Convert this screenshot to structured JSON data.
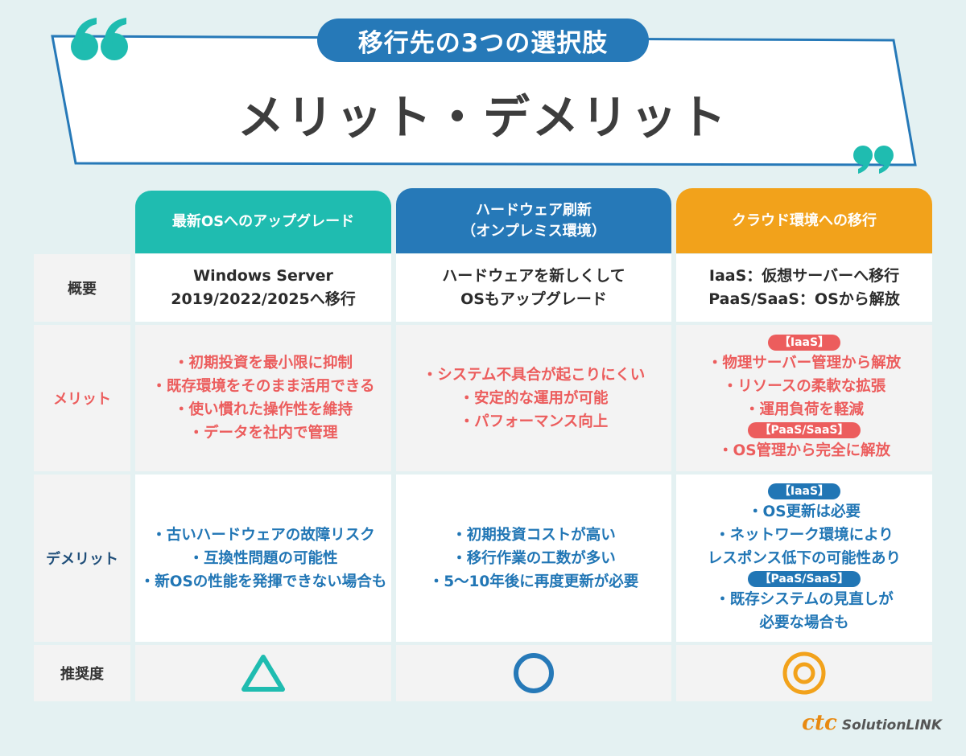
{
  "banner": {
    "pill": "移行先の3つの選択肢",
    "title": "メリット・デメリット"
  },
  "colors": {
    "teal": "#1fbcb0",
    "blue": "#2679b8",
    "orange": "#f2a21b",
    "merit_red": "#ec5d5d",
    "demerit_blue": "#2176b5"
  },
  "columns": [
    {
      "header": "最新OSへのアップグレード"
    },
    {
      "header_line1": "ハードウェア刷新",
      "header_line2": "（オンプレミス環境）"
    },
    {
      "header": "クラウド環境への移行"
    }
  ],
  "rows": {
    "overview_label": "概要",
    "merit_label": "メリット",
    "demerit_label": "デメリット",
    "recommend_label": "推奨度"
  },
  "overview": [
    [
      "Windows Server",
      "2019/2022/2025へ移行"
    ],
    [
      "ハードウェアを新しくして",
      "OSもアップグレード"
    ],
    [
      "IaaS：仮想サーバーへ移行",
      "PaaS/SaaS：OSから解放"
    ]
  ],
  "merits": {
    "col1": [
      "・初期投資を最小限に抑制",
      "・既存環境をそのまま活用できる",
      "・使い慣れた操作性を維持",
      "・データを社内で管理"
    ],
    "col2": [
      "・システム不具合が起こりにくい",
      "・安定的な運用が可能",
      "・パフォーマンス向上"
    ],
    "col3_tag1": "【IaaS】",
    "col3_iaas": [
      "・物理サーバー管理から解放",
      "・リソースの柔軟な拡張",
      "・運用負荷を軽減"
    ],
    "col3_tag2": "【PaaS/SaaS】",
    "col3_paas": [
      "・OS管理から完全に解放"
    ]
  },
  "demerits": {
    "col1": [
      "・古いハードウェアの故障リスク",
      "・互換性問題の可能性",
      "・新OSの性能を発揮できない場合も"
    ],
    "col2": [
      "・初期投資コストが高い",
      "・移行作業の工数が多い",
      "・5〜10年後に再度更新が必要"
    ],
    "col3_tag1": "【IaaS】",
    "col3_iaas": [
      "・OS更新は必要",
      "・ネットワーク環境により",
      "レスポンス低下の可能性あり"
    ],
    "col3_tag2": "【PaaS/SaaS】",
    "col3_paas": [
      "・既存システムの見直しが",
      "必要な場合も"
    ]
  },
  "recommendation": [
    {
      "symbol": "triangle-icon"
    },
    {
      "symbol": "circle-icon"
    },
    {
      "symbol": "double-circle-icon"
    }
  ],
  "logo": {
    "brand": "ctc",
    "product": "SolutionLINK"
  }
}
